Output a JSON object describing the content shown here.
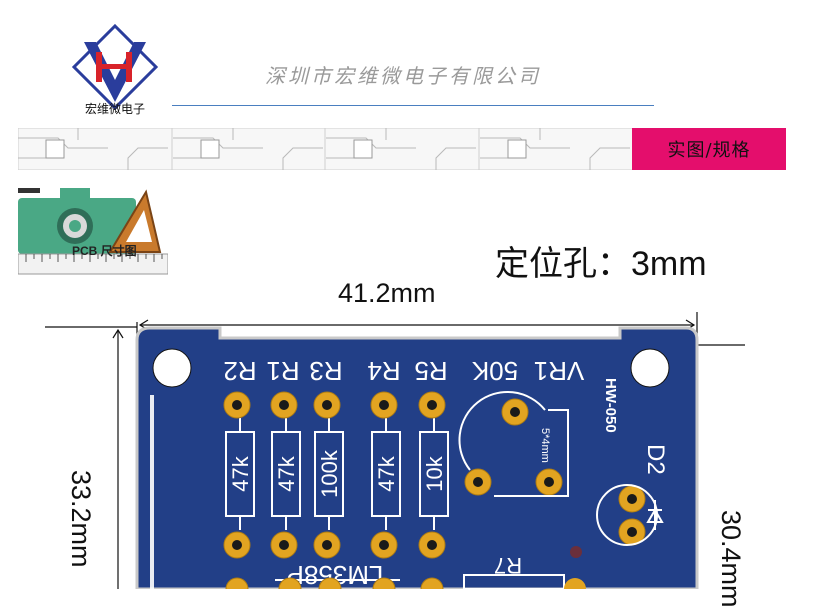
{
  "header": {
    "logo_caption": "宏维微电子",
    "company_name": "深圳市宏维微电子有限公司",
    "spec_tab": "实图/规格",
    "pcb_icon_label": "PCB 尺寸图"
  },
  "specs": {
    "mounting_hole": "定位孔：3mm",
    "width": "41.2mm",
    "height_left": "33.2mm",
    "height_right": "30.4mm"
  },
  "board": {
    "model": "HW-050",
    "resistor_labels": [
      "R2",
      "R1",
      "R3",
      "R4",
      "R5"
    ],
    "resistor_values": [
      "47k",
      "47k",
      "100k",
      "47k",
      "10k"
    ],
    "pot_label": "50K",
    "pot_ref": "VR1",
    "pot_note": "5*4mm",
    "led_label": "D2",
    "ic_label": "LM358P",
    "r7_label": "R7"
  },
  "colors": {
    "pcb": "#223f87",
    "pad": "#e2a421",
    "accent": "#e40e6c",
    "camera": "#4aa885"
  }
}
